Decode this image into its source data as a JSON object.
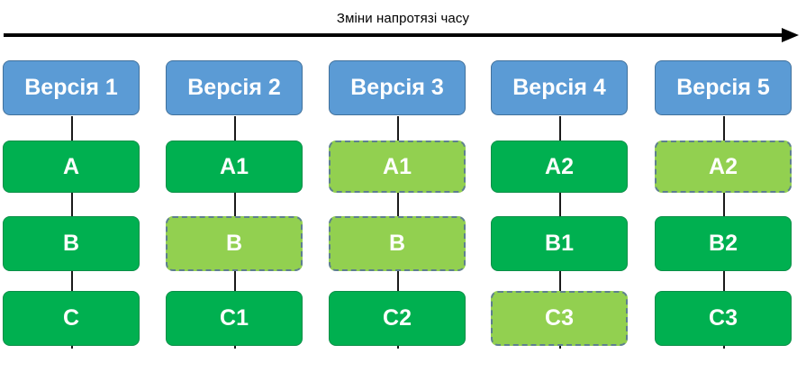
{
  "timeline": {
    "label": "Зміни напротязі часу"
  },
  "colors": {
    "version": "#5b9bd5",
    "component_unchanged": "#00b050",
    "component_changed": "#92d050",
    "axis": "#000000"
  },
  "versions": [
    {
      "title": "Версія 1",
      "components": [
        {
          "label": "A",
          "changed": false
        },
        {
          "label": "B",
          "changed": false
        },
        {
          "label": "C",
          "changed": false
        }
      ]
    },
    {
      "title": "Версія 2",
      "components": [
        {
          "label": "A1",
          "changed": false
        },
        {
          "label": "B",
          "changed": true
        },
        {
          "label": "C1",
          "changed": false
        }
      ]
    },
    {
      "title": "Версія 3",
      "components": [
        {
          "label": "A1",
          "changed": true
        },
        {
          "label": "B",
          "changed": true
        },
        {
          "label": "C2",
          "changed": false
        }
      ]
    },
    {
      "title": "Версія 4",
      "components": [
        {
          "label": "A2",
          "changed": false
        },
        {
          "label": "B1",
          "changed": false
        },
        {
          "label": "C3",
          "changed": true
        }
      ]
    },
    {
      "title": "Версія 5",
      "components": [
        {
          "label": "A2",
          "changed": true
        },
        {
          "label": "B2",
          "changed": false
        },
        {
          "label": "C3",
          "changed": false
        }
      ]
    }
  ]
}
